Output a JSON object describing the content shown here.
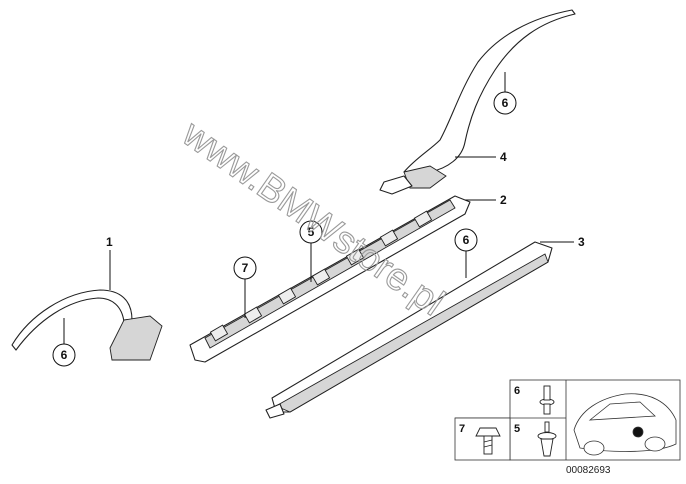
{
  "watermark": {
    "text": "www.BMWstore.pl"
  },
  "callouts": {
    "c1": "1",
    "c2": "2",
    "c3": "3",
    "c4": "4",
    "c5": "5",
    "c6_arch": "6",
    "c6_front": "6",
    "c6_rear": "6",
    "c7": "7"
  },
  "legend": {
    "label_6": "6",
    "label_7": "7",
    "label_5": "5"
  },
  "diagram_code": "00082693"
}
